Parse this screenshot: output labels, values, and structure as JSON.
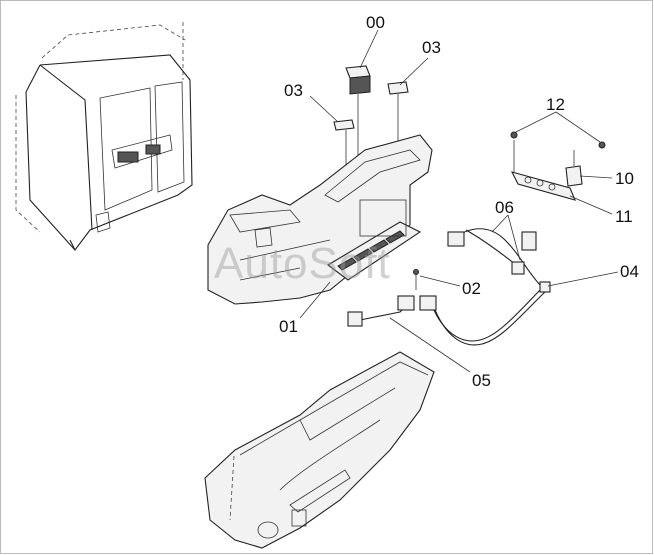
{
  "diagram": {
    "callouts": {
      "c00": "00",
      "c03a": "03",
      "c03b": "03",
      "c12": "12",
      "c10": "10",
      "c11": "11",
      "c06": "06",
      "c04": "04",
      "c02": "02",
      "c01": "01",
      "c05": "05"
    },
    "watermark": "AutoSoft"
  }
}
